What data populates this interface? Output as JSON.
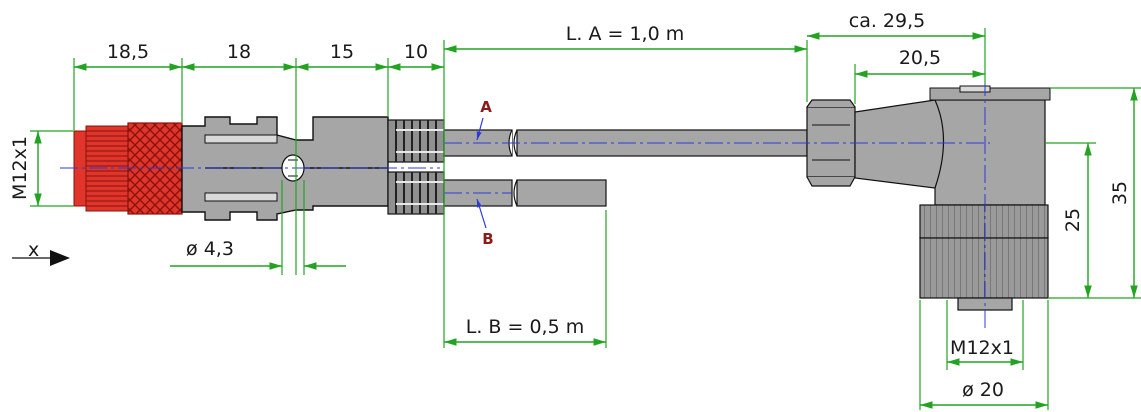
{
  "dimensions": {
    "d1": "18,5",
    "d2": "18",
    "d3": "15",
    "d4": "10",
    "cable_a_length": "L. A = 1,0 m",
    "cable_b_length": "L. B = 0,5 m",
    "ca_width": "ca. 29,5",
    "w_20_5": "20,5",
    "hole_dia": "ø 4,3",
    "thread_left": "M12x1",
    "thread_right": "M12x1",
    "dia_20": "ø 20",
    "h25": "25",
    "h35": "35",
    "axis_x": "x"
  },
  "cables": {
    "a": "A",
    "b": "B"
  },
  "colors": {
    "dimension": "#22a322",
    "centerline": "#2b3bd8",
    "male_thread": "#e0352b",
    "body_gray": "#a6a6a6",
    "cable_label": "#8b1b1b"
  }
}
